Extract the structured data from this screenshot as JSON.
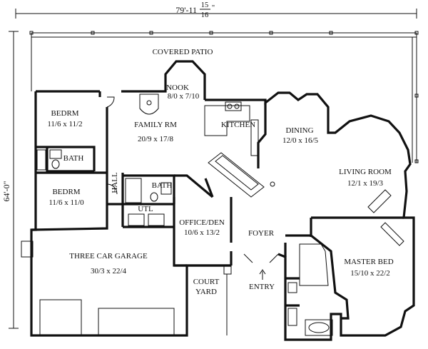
{
  "dimensions": {
    "width_whole": "79'-11",
    "width_frac_num": "15",
    "width_frac_den": "16",
    "width_quote": "\"",
    "depth": "64'-0\""
  },
  "rooms": {
    "covered_patio": {
      "name": "COVERED PATIO"
    },
    "nook": {
      "name": "NOOK",
      "size": "8/0 x 7/10"
    },
    "family_rm": {
      "name": "FAMILY RM",
      "size": "20/9 x 17/8"
    },
    "kitchen": {
      "name": "KITCHEN"
    },
    "dining": {
      "name": "DINING",
      "size": "12/0 x 16/5"
    },
    "living_room": {
      "name": "LIVING ROOM",
      "size": "12/1 x 19/3"
    },
    "bedrm_1": {
      "name": "BEDRM",
      "size": "11/6 x 11/2"
    },
    "bath_1": {
      "name": "BATH"
    },
    "hall": {
      "name": "HALL"
    },
    "bath_2": {
      "name": "BATH"
    },
    "bedrm_2": {
      "name": "BEDRM",
      "size": "11/6 x 11/0"
    },
    "utl": {
      "name": "UTL"
    },
    "office_den": {
      "name": "OFFICE/DEN",
      "size": "10/6 x 13/2"
    },
    "foyer": {
      "name": "FOYER"
    },
    "garage": {
      "name": "THREE CAR GARAGE",
      "size": "30/3 x 22/4"
    },
    "court_yard": {
      "name_line1": "COURT",
      "name_line2": "YARD"
    },
    "entry": {
      "name": "ENTRY"
    },
    "master_bed": {
      "name": "MASTER BED",
      "size": "15/10 x 22/2"
    }
  }
}
